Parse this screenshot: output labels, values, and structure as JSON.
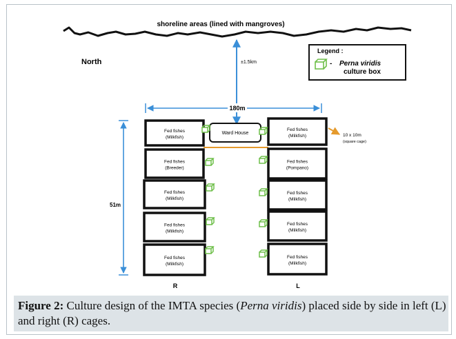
{
  "diagram": {
    "shoreline_label": "shoreline areas (lined with mangroves)",
    "north_label": "North",
    "distance_label": "±1.5km",
    "width_label": "180m",
    "length_label": "51m",
    "ward_house_label": "Ward House",
    "cage_size_note": "10 x 10m (square cage)",
    "legend": {
      "title": "Legend :",
      "species": "Perna viridis",
      "item_text": "culture box",
      "dash": "-"
    },
    "columns": {
      "right": "R",
      "left": "L"
    },
    "cages_right": [
      {
        "line1": "Fed fishes",
        "line2": "(Milkfish)"
      },
      {
        "line1": "Fed fishes",
        "line2": "(Breeder)"
      },
      {
        "line1": "Fed fishes",
        "line2": "(Milkfish)"
      },
      {
        "line1": "Fed fishes",
        "line2": "(Milkfish)"
      },
      {
        "line1": "Fed fishes",
        "line2": "(Milkfish)"
      }
    ],
    "cages_left": [
      {
        "line1": "Fed fishes",
        "line2": "(Milkfish)"
      },
      {
        "line1": "Fed fishes",
        "line2": "(Pompano)"
      },
      {
        "line1": "Fed fishes",
        "line2": "(Milkfish)"
      },
      {
        "line1": "Fed fishes",
        "line2": "(Milkfish)"
      },
      {
        "line1": "Fed fishes",
        "line2": "(Milkfish)"
      }
    ]
  },
  "caption": {
    "label": "Figure 2:",
    "text_before": " Culture design of the IMTA species (",
    "species": "Perna viridis",
    "text_after": ") placed side by side in left (L) and right (R) cages."
  },
  "colors": {
    "arrow_blue": "#3a8fd8",
    "box_green": "#6fbf4a",
    "orange": "#e59a2c",
    "cage_border": "#111111"
  }
}
